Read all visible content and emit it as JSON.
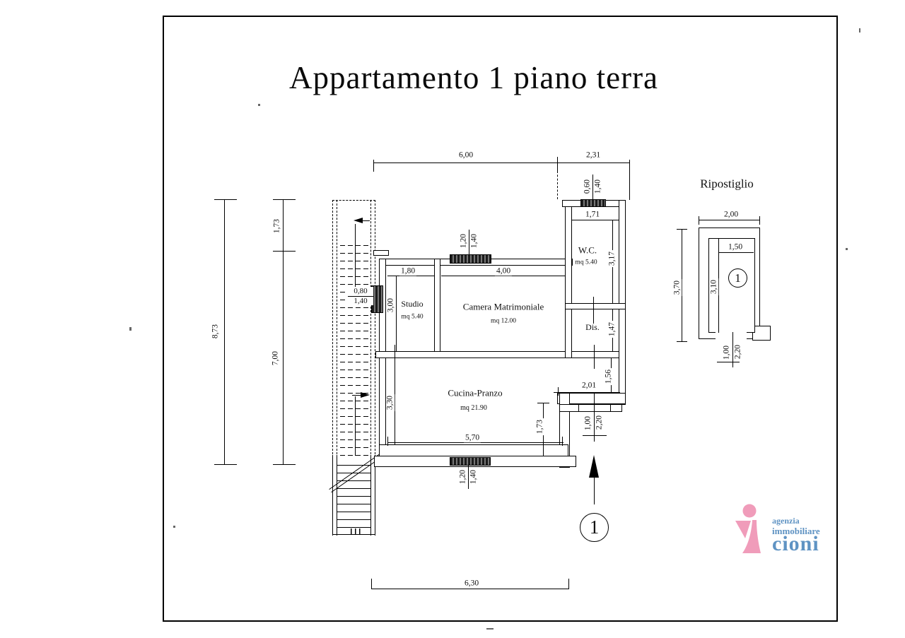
{
  "title": "Appartamento 1 piano terra",
  "rooms": {
    "studio": {
      "name": "Studio",
      "area": "mq 5.40"
    },
    "camera": {
      "name": "Camera Matrimoniale",
      "area": "mq 12.00"
    },
    "wc": {
      "name": "W.C.",
      "area": "mq 5.40"
    },
    "dis": {
      "name": "Dis."
    },
    "cucina": {
      "name": "Cucina-Pranzo",
      "area": "mq 21.90"
    }
  },
  "dims": {
    "top_main": "6,00",
    "top_right": "2,31",
    "left_total": "8,73",
    "left_upper": "1,73",
    "left_lower": "7,00",
    "stair_door": {
      "w": "0,80",
      "h": "1,40"
    },
    "camera_window": {
      "w": "1,20",
      "h": "1,40"
    },
    "wc_window": {
      "w": "0,60",
      "h": "1,40"
    },
    "kitchen_window": {
      "w": "1,20",
      "h": "1,40"
    },
    "studio_w": "1,80",
    "studio_h": "3,00",
    "camera_w": "4,00",
    "wc_w": "1,71",
    "wc_h": "3,17",
    "dis_h": "1,47",
    "cucina_h": "3,30",
    "cucina_w": "5,70",
    "cucina_inner": "1,73",
    "nook_w": "2,01",
    "nook_h": "1,56",
    "entry_w": "1,00",
    "entry_h": "2,20",
    "bottom_total": "6,30"
  },
  "unit_marker": "1",
  "ripostiglio": {
    "title": "Ripostiglio",
    "outer_w": "2,00",
    "outer_h": "3,70",
    "inner_w": "1,50",
    "inner_h": "3,10",
    "door_w": "1,00",
    "door_h": "2,20",
    "marker": "1"
  },
  "logo": {
    "line1": "agenzia",
    "line2": "immobiliare",
    "line3": "cioni",
    "pink": "#f09cba",
    "blue": "#5f93c3"
  }
}
